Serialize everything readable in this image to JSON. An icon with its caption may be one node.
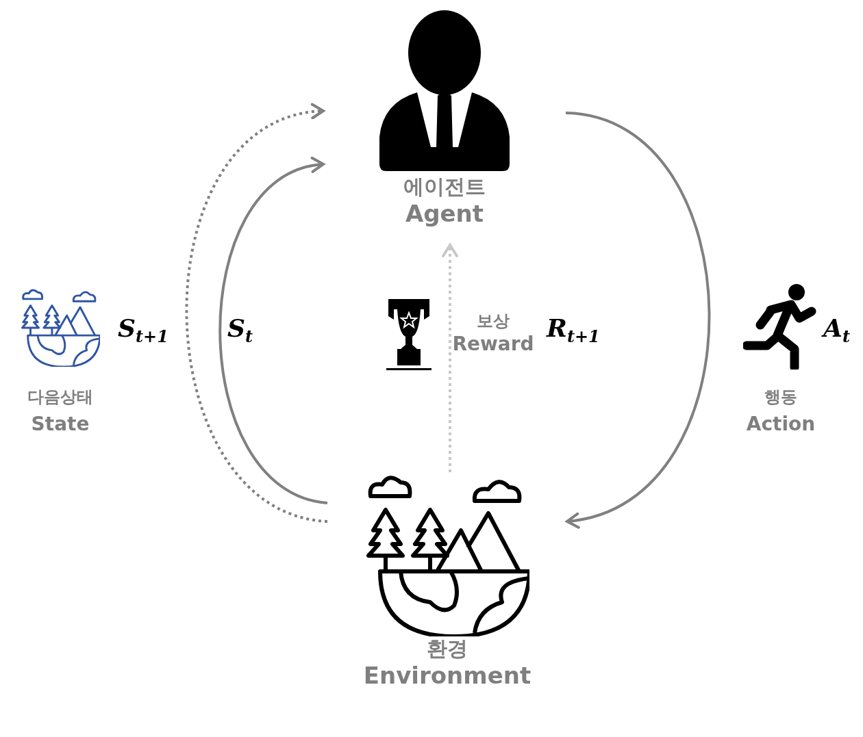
{
  "diagram": {
    "nodes": [
      {
        "text": [
          "에이전트",
          "Agent"
        ]
      },
      {
        "text": [
          "환경",
          "Environment"
        ]
      }
    ],
    "edges": [
      {
        "from": 0,
        "to": 1,
        "arrow": "to",
        "label": "A$_{t}$"
      },
      {
        "from": 1,
        "to": 0,
        "arrow": "to",
        "label": "S$_{t}$"
      },
      {
        "from": 1,
        "to": 0,
        "arrow": "to",
        "label": "S$_{t+1}$",
        "style": "dashed"
      },
      {
        "from": 1,
        "to": 0,
        "arrow": "to",
        "label": "R$_{t+1}$",
        "style": "dashed",
        "color": "#c8c8c8"
      }
    ],
    "labels": [
      "다음상태",
      "State",
      "보상",
      "Reward",
      "행동",
      "Action"
    ]
  }
}
